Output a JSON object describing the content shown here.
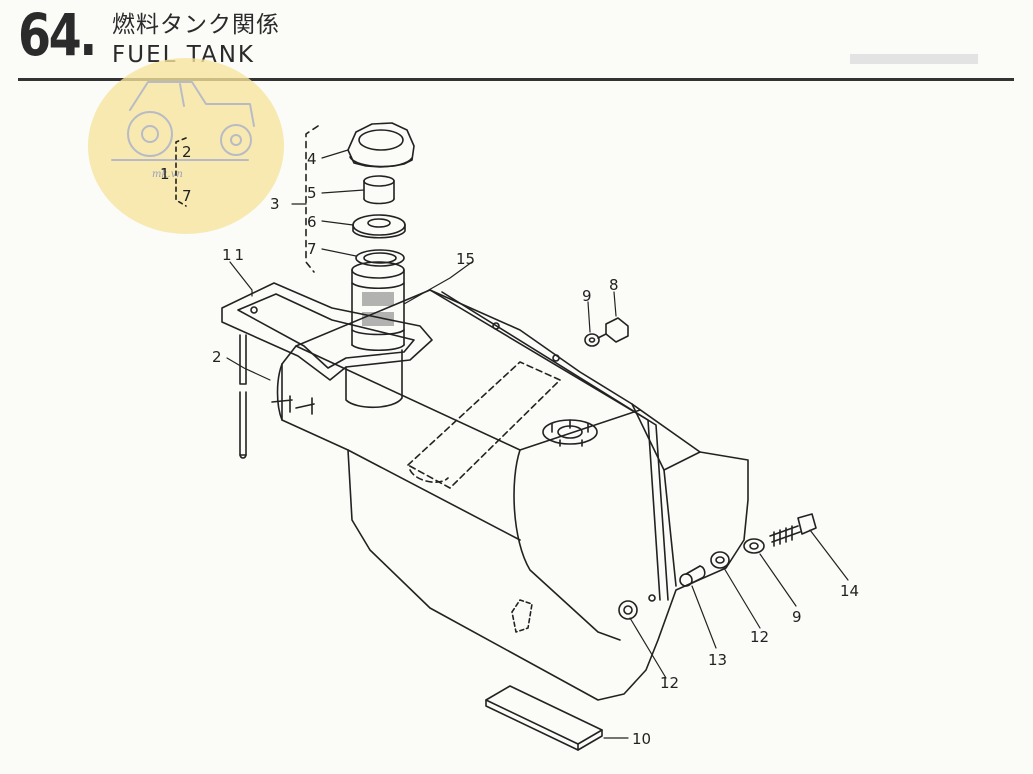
{
  "header": {
    "section_number": "64.",
    "title_jp": "燃料タンク関係",
    "title_en": "FUEL TANK"
  },
  "watermark": {
    "text": "mk.vn"
  },
  "callouts": {
    "c1": "1",
    "c2": "2",
    "c2b": "2",
    "c3": "3",
    "c4": "4",
    "c5": "5",
    "c6": "6",
    "c7": "7",
    "c7b": "7",
    "c8": "8",
    "c9a": "9",
    "c9b": "9",
    "c10": "10",
    "c11": "11",
    "c12a": "12",
    "c12b": "12",
    "c13": "13",
    "c14": "14",
    "c15": "15"
  },
  "colors": {
    "ink": "#222222",
    "paper": "#fbfbf8",
    "watermark": "#f6e49a"
  }
}
